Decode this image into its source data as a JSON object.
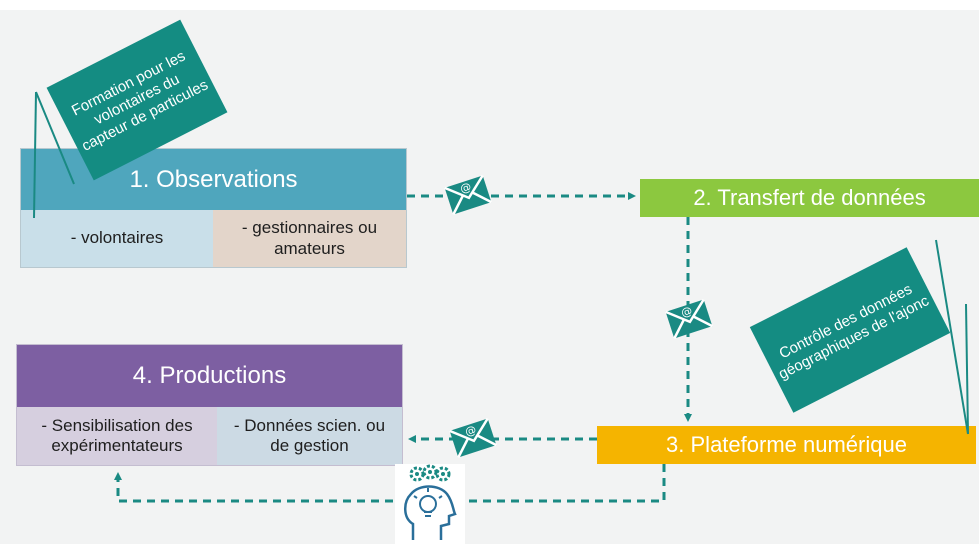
{
  "observations": {
    "title": "1. Observations",
    "left_cell": "- volontaires",
    "right_cell": "- gestionnaires ou amateurs"
  },
  "callout_formation": "Formation pour les volontaires du capteur de particules",
  "transfer": {
    "title": "2. Transfert de données"
  },
  "platform": {
    "title": "3. Plateforme numérique"
  },
  "productions": {
    "title": "4. Productions",
    "left_cell": "- Sensibilisation des expérimentateurs",
    "right_cell": "- Données scien. ou de gestion"
  },
  "callout_controle": "Contrôle des données géographiques de l'ajonc",
  "colors": {
    "observations_title": "#4fa6bd",
    "observations_left": "#c9dfe9",
    "observations_right": "#e3d5ca",
    "transfer": "#8cc83f",
    "platform": "#f5b400",
    "productions_title": "#7d5fa2",
    "productions_left": "#d6cfdf",
    "productions_right": "#ccdae4",
    "callout": "#148c82",
    "arrow": "#1a8a83"
  },
  "icons": [
    "email-icon",
    "email-icon",
    "email-icon",
    "idea-head-icon"
  ]
}
